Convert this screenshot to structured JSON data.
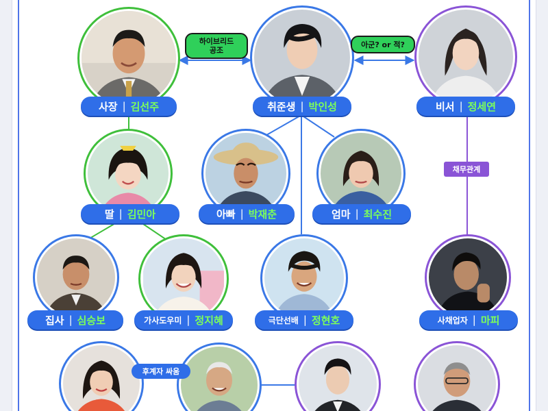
{
  "colors": {
    "pill_bg": "#2f6ee8",
    "name_text": "#7dff5a",
    "green_line": "#3fbf3b",
    "blue_line": "#3a78e6",
    "purple_line": "#8a54d6",
    "tag_green": "#2fd05a"
  },
  "people": {
    "boss": {
      "role": "사장",
      "name": "김선주"
    },
    "jobseeker": {
      "role": "취준생",
      "name": "박인성"
    },
    "secretary": {
      "role": "비서",
      "name": "정세연"
    },
    "daughter": {
      "role": "딸",
      "name": "김민아"
    },
    "dad": {
      "role": "아빠",
      "name": "박재춘"
    },
    "mom": {
      "role": "엄마",
      "name": "최수진"
    },
    "butler": {
      "role": "집사",
      "name": "심승보"
    },
    "housekeeper": {
      "role": "가사도우미",
      "name": "정지혜"
    },
    "senior": {
      "role": "극단선배",
      "name": "정현호"
    },
    "loanshark": {
      "role": "사채업자",
      "name": "마피"
    }
  },
  "relations": {
    "hybrid_line1": "하이브리드",
    "hybrid_line2": "공조",
    "ally_or_enemy": "아군? or 적?",
    "debt": "채무관계",
    "succession": "후계자 싸움"
  }
}
